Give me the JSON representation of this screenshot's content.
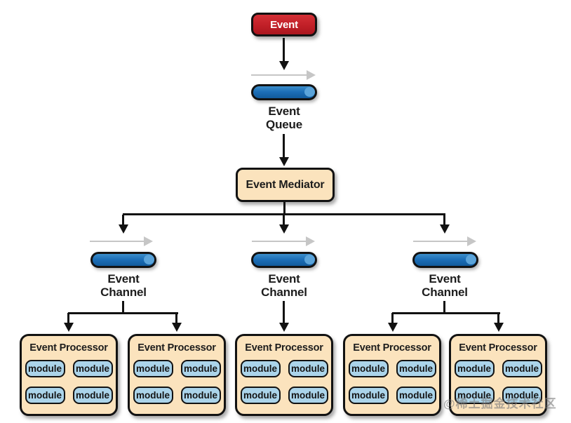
{
  "diagram": {
    "event_node": {
      "label": "Event",
      "color": "#c2202a"
    },
    "event_queue": {
      "line1": "Event",
      "line2": "Queue",
      "color": "#1d6fb7"
    },
    "mediator": {
      "label": "Event Mediator",
      "color": "#fbe3bd"
    },
    "channels": [
      {
        "line1": "Event",
        "line2": "Channel"
      },
      {
        "line1": "Event",
        "line2": "Channel"
      },
      {
        "line1": "Event",
        "line2": "Channel"
      }
    ],
    "processors": [
      {
        "title": "Event Processor",
        "modules": [
          "module",
          "module",
          "module",
          "module"
        ]
      },
      {
        "title": "Event Processor",
        "modules": [
          "module",
          "module",
          "module",
          "module"
        ]
      },
      {
        "title": "Event Processor",
        "modules": [
          "module",
          "module",
          "module",
          "module"
        ]
      },
      {
        "title": "Event Processor",
        "modules": [
          "module",
          "module",
          "module",
          "module"
        ]
      },
      {
        "title": "Event Processor",
        "modules": [
          "module",
          "module",
          "module",
          "module"
        ]
      }
    ],
    "module_color": "#abd4ea",
    "arrow_colors": {
      "flow": "#121212",
      "async": "#c6c6c6"
    },
    "watermark": "@稀土掘金技术社区"
  }
}
